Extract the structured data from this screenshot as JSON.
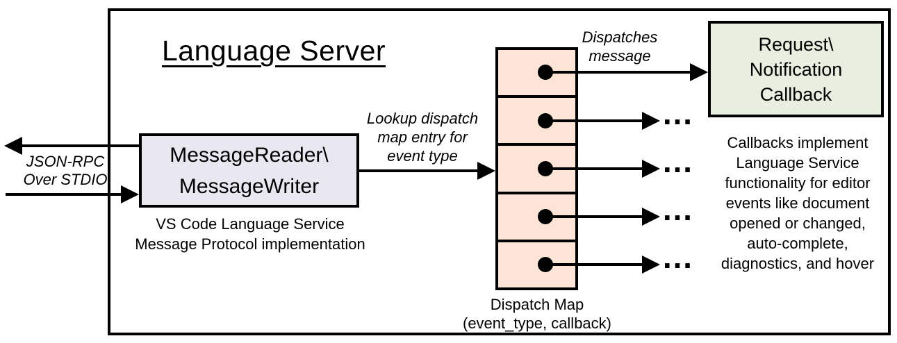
{
  "colors": {
    "stroke": "#000000",
    "reader_fill": "#e9e7f0",
    "callback_fill": "#e9efe0",
    "map_fill": "#fce4d6"
  },
  "diagram": {
    "title": "Language Server",
    "stdio_label": "JSON-RPC\nOver STDIO",
    "reader_box": "MessageReader\\\nMessageWriter",
    "reader_caption": "VS Code Language Service\nMessage Protocol implementation",
    "lookup_label": "Lookup dispatch\nmap entry for\nevent type",
    "dispatch_label": "Dispatches\nmessage",
    "callback_box": "Request\\\nNotification\nCallback",
    "callback_note": "Callbacks implement\nLanguage Service\nfunctionality for editor\nevents like document\nopened or changed,\nauto-complete,\ndiagnostics, and hover",
    "map_caption": "Dispatch Map\n(event_type, callback)",
    "ellipsis": "…"
  }
}
